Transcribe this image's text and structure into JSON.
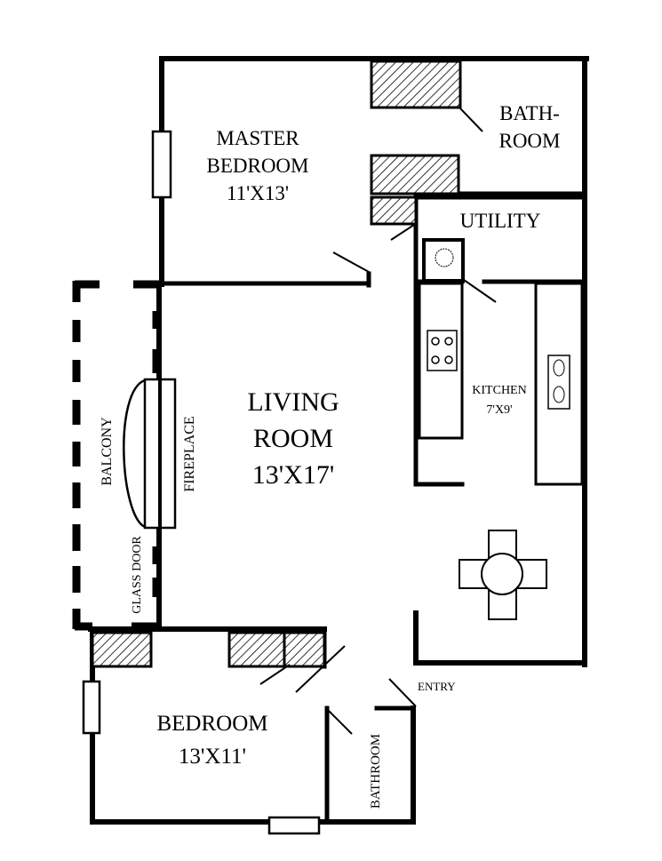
{
  "plan": {
    "rooms": {
      "master_bedroom": {
        "name_line1": "MASTER",
        "name_line2": "BEDROOM",
        "size": "11'X13'"
      },
      "master_bath": {
        "name_line1": "BATH-",
        "name_line2": "ROOM"
      },
      "utility": {
        "name": "UTILITY"
      },
      "kitchen": {
        "name": "KITCHEN",
        "size": "7'X9'"
      },
      "living_room": {
        "name_line1": "LIVING",
        "name_line2": "ROOM",
        "size": "13'X17'"
      },
      "bedroom": {
        "name": "BEDROOM",
        "size": "13'X11'"
      },
      "bathroom": {
        "name": "BATHROOM"
      },
      "balcony": {
        "name": "BALCONY"
      }
    },
    "features": {
      "fireplace": "FIREPLACE",
      "glass_door": "GLASS DOOR",
      "entry": "ENTRY"
    },
    "colors": {
      "ink": "#000000",
      "paper": "#ffffff"
    }
  }
}
